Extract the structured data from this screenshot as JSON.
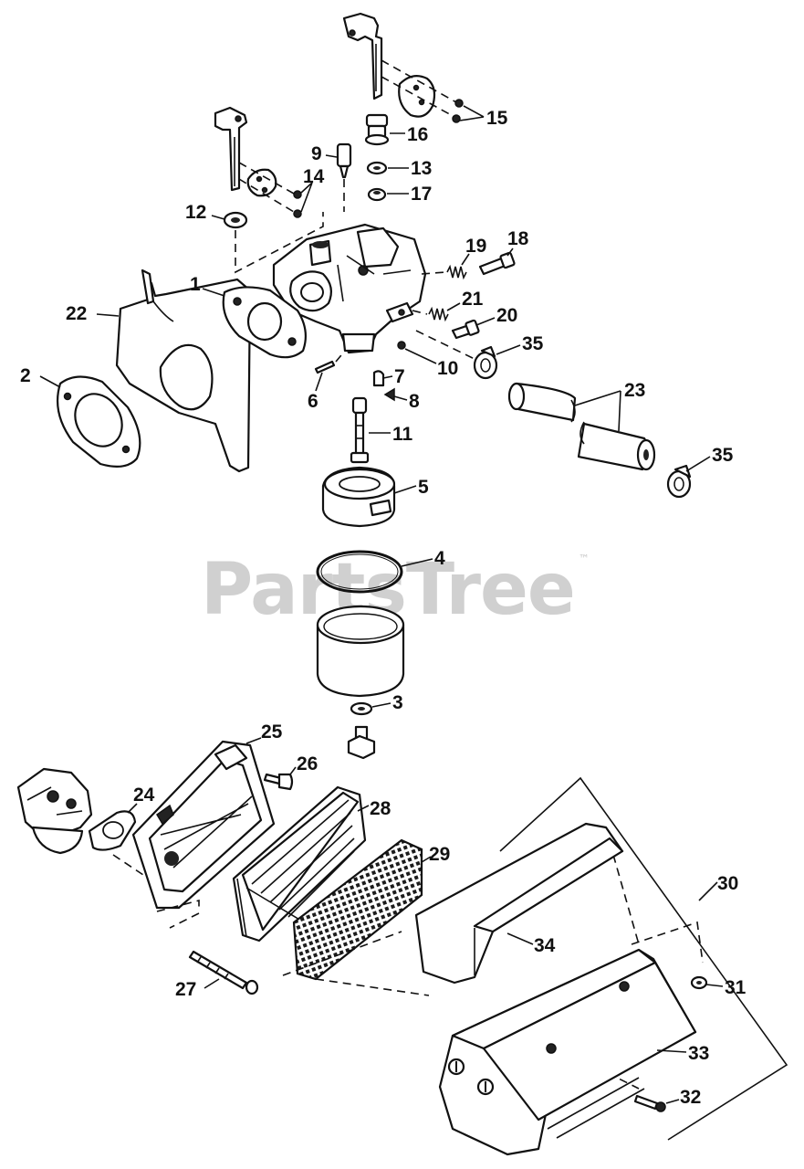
{
  "watermark": {
    "text": "PartsTree",
    "trademark": "™"
  },
  "callouts": {
    "c1": "1",
    "c2": "2",
    "c3": "3",
    "c4": "4",
    "c5": "5",
    "c6": "6",
    "c7": "7",
    "c8": "8",
    "c9": "9",
    "c10": "10",
    "c11": "11",
    "c12": "12",
    "c13": "13",
    "c14": "14",
    "c15": "15",
    "c16": "16",
    "c17": "17",
    "c18": "18",
    "c19": "19",
    "c20": "20",
    "c21": "21",
    "c22": "22",
    "c23": "23",
    "c24": "24",
    "c25": "25",
    "c26": "26",
    "c27": "27",
    "c28": "28",
    "c29": "29",
    "c30": "30",
    "c31": "31",
    "c32": "32",
    "c33": "33",
    "c34": "34",
    "c35a": "35",
    "c35b": "35"
  }
}
